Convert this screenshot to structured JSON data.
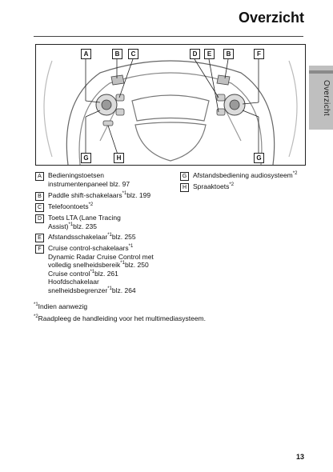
{
  "header": {
    "title": "Overzicht",
    "side_tab": "Overzicht"
  },
  "figure": {
    "callouts_top": [
      "A",
      "B",
      "C",
      "D",
      "E",
      "B",
      "F"
    ],
    "callouts_bottom": [
      "G",
      "H",
      "G"
    ]
  },
  "legend_left": [
    {
      "key": "A",
      "lines": [
        "Bedieningstoetsen",
        "instrumentenpaneel blz. 97"
      ]
    },
    {
      "key": "B",
      "lines": [
        "Paddle shift-schakelaars*1blz. 199"
      ]
    },
    {
      "key": "C",
      "lines": [
        "Telefoontoets*2"
      ]
    },
    {
      "key": "D",
      "lines": [
        "Toets LTA (Lane Tracing",
        "Assist)*1blz. 235"
      ]
    },
    {
      "key": "E",
      "lines": [
        "Afstandsschakelaar*1blz. 255"
      ]
    },
    {
      "key": "F",
      "lines": [
        "Cruise control-schakelaars*1",
        "Dynamic Radar Cruise Control met",
        "volledig snelheidsbereik*1blz. 250",
        "Cruise control*1blz. 261",
        "Hoofdschakelaar",
        "snelheidsbegrenzer*1blz. 264"
      ]
    }
  ],
  "legend_right": [
    {
      "key": "G",
      "lines": [
        "Afstandsbediening audiosysteem*2"
      ]
    },
    {
      "key": "H",
      "lines": [
        "Spraaktoets*2"
      ]
    }
  ],
  "footnotes": [
    "*1Indien aanwezig",
    "*2Raadpleeg de handleiding voor het multimediasysteem."
  ],
  "page_number": "13"
}
